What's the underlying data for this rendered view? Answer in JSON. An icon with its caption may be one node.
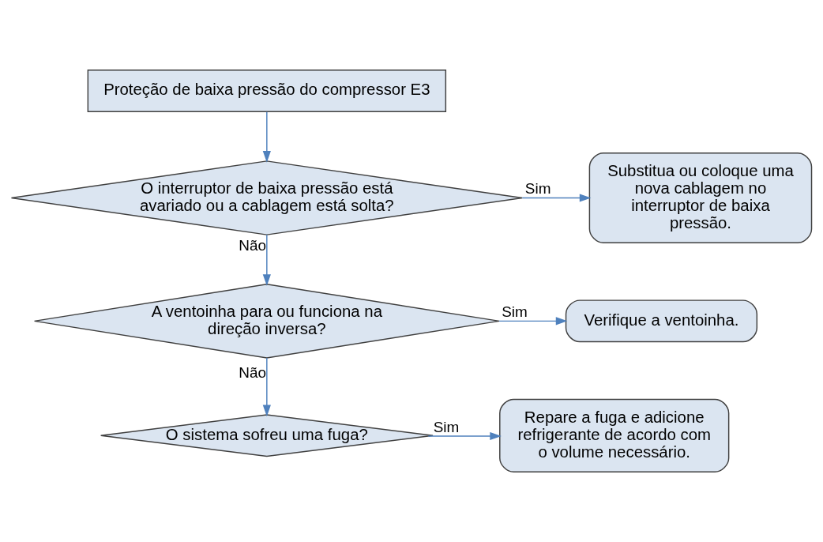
{
  "diagram": {
    "nodes": [
      {
        "text": [
          "Proteção de baixa pressão do compressor E3"
        ]
      },
      {
        "text": [
          "O interruptor de baixa pressão está avariado ou a cablagem está solta?"
        ]
      },
      {
        "text": [
          "Substitua ou coloque uma nova cablagem no interruptor de baixa pressão."
        ]
      },
      {
        "text": [
          "A ventoinha para ou funciona na direção inversa?"
        ]
      },
      {
        "text": [
          "Verifique a ventoinha."
        ]
      },
      {
        "text": [
          "O sistema sofreu uma fuga?"
        ]
      },
      {
        "text": [
          "Repare a fuga e adicione refrigerante de acordo com o volume necessário."
        ]
      }
    ],
    "edges": [
      {
        "from": 0,
        "to": 1,
        "arrow": "to"
      },
      {
        "from": 1,
        "to": 2,
        "arrow": "to",
        "label": "Sim"
      },
      {
        "from": 1,
        "to": 3,
        "arrow": "to",
        "label": "Não"
      },
      {
        "from": 3,
        "to": 4,
        "arrow": "to",
        "label": "Sim"
      },
      {
        "from": 3,
        "to": 5,
        "arrow": "to",
        "label": "Não"
      },
      {
        "from": 5,
        "to": 6,
        "arrow": "to",
        "label": "Sim"
      }
    ]
  }
}
